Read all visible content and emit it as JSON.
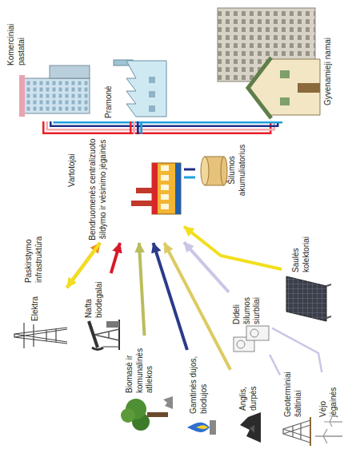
{
  "diagram": {
    "nodes": [
      {
        "text": [
          "Nafta biodegalai"
        ]
      },
      {
        "text": [
          "Biomasė ir komunalinės atliekos"
        ]
      },
      {
        "text": [
          "Gamtinės dujos, biodujos"
        ]
      },
      {
        "text": [
          "Anglis, durpės"
        ]
      },
      {
        "text": [
          "Dideli šilumos siurbliai"
        ]
      },
      {
        "text": [
          "Geoterminiai šaltiniai"
        ]
      },
      {
        "text": [
          "Vėjo jėgainės"
        ]
      },
      {
        "text": [
          "Saulės kolektoriai"
        ]
      },
      {
        "text": [
          "Elektra"
        ]
      },
      {
        "text": [
          "Bendruomenės centralizuoto šildymo ir vėsinimo jėgainės"
        ]
      },
      {
        "text": [
          "Šilumos akumuliatorius"
        ]
      },
      {
        "text": [
          "Komerciniai pastatai"
        ]
      },
      {
        "text": [
          "Pramonė"
        ]
      },
      {
        "text": [
          "Gyvenamieji namai"
        ]
      }
    ],
    "edges": [
      {
        "from": 0,
        "to": 9,
        "arrow": "to"
      },
      {
        "from": 1,
        "to": 9,
        "arrow": "to"
      },
      {
        "from": 2,
        "to": 9,
        "arrow": "to"
      },
      {
        "from": 3,
        "to": 9,
        "arrow": "to"
      },
      {
        "from": 6,
        "to": 4,
        "arrow": "none"
      },
      {
        "from": 5,
        "to": 4,
        "arrow": "none"
      },
      {
        "from": 4,
        "to": 9,
        "arrow": "to"
      },
      {
        "from": 7,
        "to": 9,
        "arrow": "to"
      },
      {
        "from": 8,
        "to": 9,
        "arrow": "to"
      },
      {
        "from": 9,
        "to": 8,
        "arrow": "to"
      },
      {
        "from": 9,
        "to": 10,
        "arrow": "none"
      },
      {
        "from": 9,
        "to": 11,
        "arrow": "none"
      },
      {
        "from": 9,
        "to": 12,
        "arrow": "none"
      },
      {
        "from": 9,
        "to": 13,
        "arrow": "none"
      }
    ],
    "labels": [
      "Paskirstymo infrastruktūra",
      "Vartotojai"
    ]
  }
}
